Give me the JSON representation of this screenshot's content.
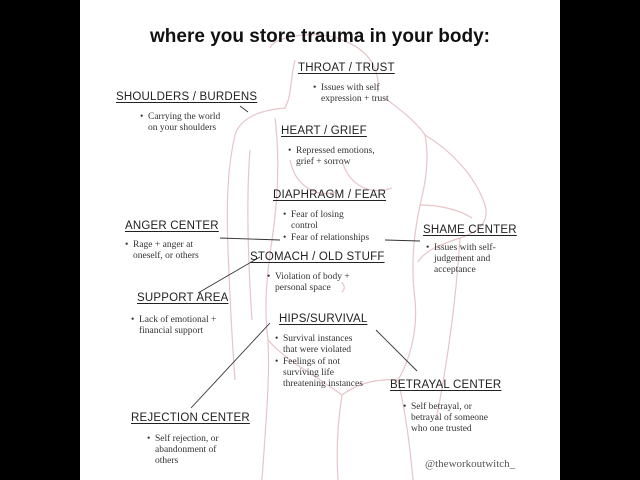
{
  "title": "where you store trauma in your body:",
  "handle": "@theworkoutwitch_",
  "colors": {
    "figure_line": "#e8c4c8",
    "text": "#222222",
    "pointer": "#333333"
  },
  "regions": [
    {
      "key": "throat",
      "heading": "THROAT / TRUST",
      "items": [
        "Issues with self expression + trust"
      ]
    },
    {
      "key": "shoulders",
      "heading": "SHOULDERS / BURDENS",
      "items": [
        "Carrying the world on your shoulders"
      ]
    },
    {
      "key": "heart",
      "heading": "HEART / GRIEF",
      "items": [
        "Repressed emotions, grief + sorrow"
      ]
    },
    {
      "key": "diaphragm",
      "heading": "DIAPHRAGM / FEAR",
      "items": [
        "Fear of losing control",
        "Fear of relationships"
      ]
    },
    {
      "key": "anger",
      "heading": "ANGER CENTER",
      "items": [
        "Rage + anger at oneself, or others"
      ]
    },
    {
      "key": "shame",
      "heading": "SHAME CENTER",
      "items": [
        "Issues with self-judgement and acceptance"
      ]
    },
    {
      "key": "stomach",
      "heading": "STOMACH / OLD STUFF",
      "items": [
        "Violation of body + personal space"
      ]
    },
    {
      "key": "support",
      "heading": "SUPPORT AREA",
      "items": [
        "Lack of emotional + financial support"
      ]
    },
    {
      "key": "hips",
      "heading": "HIPS/SURVIVAL",
      "items": [
        "Survival instances that were violated",
        "Feelings of not surviving life threatening instances"
      ]
    },
    {
      "key": "betrayal",
      "heading": "BETRAYAL CENTER",
      "items": [
        "Self betrayal, or betrayal of someone who one trusted"
      ]
    },
    {
      "key": "rejection",
      "heading": "REJECTION CENTER",
      "items": [
        "Self rejection, or abandonment of others"
      ]
    }
  ]
}
